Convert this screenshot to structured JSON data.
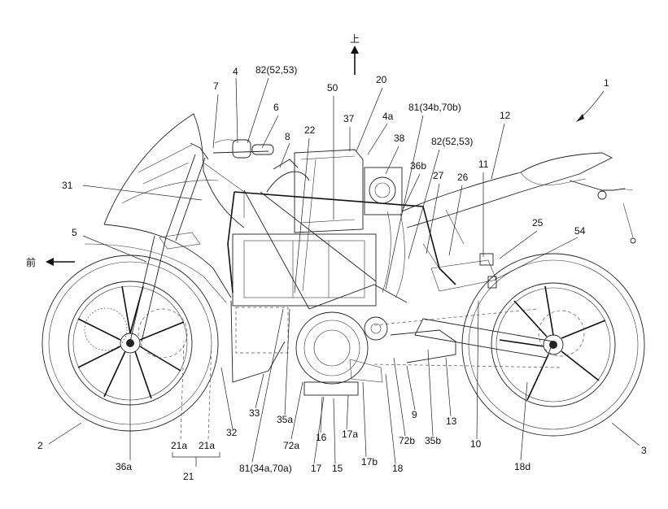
{
  "directions": {
    "up": "上",
    "front": "前"
  },
  "labels": {
    "n1": "1",
    "n2": "2",
    "n3": "3",
    "n4": "4",
    "n4a": "4a",
    "n5": "5",
    "n6": "6",
    "n7": "7",
    "n8": "8",
    "n9": "9",
    "n10": "10",
    "n11": "11",
    "n12": "12",
    "n13": "13",
    "n15": "15",
    "n16": "16",
    "n17": "17",
    "n17a": "17a",
    "n17b": "17b",
    "n18": "18",
    "n18d": "18d",
    "n20": "20",
    "n21": "21",
    "n21a_l": "21a",
    "n21a_r": "21a",
    "n22": "22",
    "n25": "25",
    "n26": "26",
    "n27": "27",
    "n31": "31",
    "n32": "32",
    "n33": "33",
    "n35a": "35a",
    "n35b": "35b",
    "n36a": "36a",
    "n36b": "36b",
    "n37": "37",
    "n38": "38",
    "n50": "50",
    "n54": "54",
    "n72a": "72a",
    "n72b": "72b",
    "n81_top": "81(34b,70b)",
    "n81_bot": "81(34a,70a)",
    "n82_left": "82(52,53)",
    "n82_right": "82(52,53)"
  }
}
